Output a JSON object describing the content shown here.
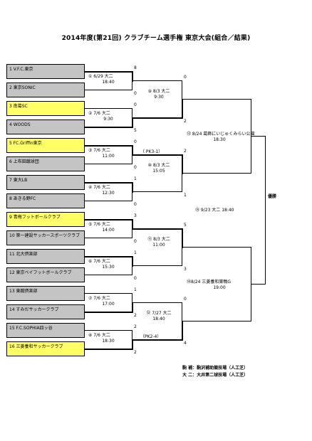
{
  "title": "2014年度(第21回) クラブチーム選手権 東京大会(組合／結果)",
  "teams": [
    {
      "label": "1 V.F.C.東京",
      "highlight": false
    },
    {
      "label": "2 東京SONIC",
      "highlight": false
    },
    {
      "label": "3 南葛SC",
      "highlight": true
    },
    {
      "label": "4 WOODS",
      "highlight": false
    },
    {
      "label": "5 FC.Griffin東京",
      "highlight": true
    },
    {
      "label": "6 上布田蹴球団",
      "highlight": false
    },
    {
      "label": "7 東大LB",
      "highlight": false
    },
    {
      "label": "8 あきる野FC",
      "highlight": false
    },
    {
      "label": "9 青梅フットボールクラブ",
      "highlight": true
    },
    {
      "label": "10 第一建設サッカースポーツクラブ",
      "highlight": false
    },
    {
      "label": "11 北大倶楽部",
      "highlight": false
    },
    {
      "label": "12 東京ベイフットボールクラブ",
      "highlight": false
    },
    {
      "label": "13 東蹴倶楽部",
      "highlight": false
    },
    {
      "label": "14 すみだサッカークラブ",
      "highlight": false
    },
    {
      "label": "15 F.C.SOPHIA四ッ谷",
      "highlight": false
    },
    {
      "label": "16 三菱養和サッカークラブ",
      "highlight": true
    }
  ],
  "round1": [
    {
      "match": "①  6/29  大二",
      "time": "18:40",
      "score_top": "8",
      "score_bottom": "0",
      "pk": ""
    },
    {
      "match": "②  7/6  大二",
      "time": "9:30",
      "score_top": "0",
      "score_bottom": "5",
      "pk": ""
    },
    {
      "match": "③  7/6  大二",
      "time": "11:00",
      "score_top": "0",
      "score_bottom": "0",
      "pk": "（ PK3-1）"
    },
    {
      "match": "④  7/6  大二",
      "time": "12:30",
      "score_top": "1",
      "score_bottom": "0",
      "pk": ""
    },
    {
      "match": "⑤  7/6  大二",
      "time": "14:00",
      "score_top": "3",
      "score_bottom": "0",
      "pk": ""
    },
    {
      "match": "⑥  7/6  大二",
      "time": "15:30",
      "score_top": "1",
      "score_bottom": "0",
      "pk": ""
    },
    {
      "match": "⑦  7/6  大二",
      "time": "17:00",
      "score_top": "1",
      "score_bottom": "2",
      "pk": ""
    },
    {
      "match": "⑧  7/6  大二",
      "time": "18:30",
      "score_top": "2",
      "score_bottom": "2",
      "pk": "（PK2-4）"
    }
  ],
  "round2": [
    {
      "match": "⑨  8/3  大二",
      "time": "9:30",
      "score_top": "0",
      "score_bottom": "2"
    },
    {
      "match": "⑩  8/3  大二",
      "time": "15:05",
      "score_top": "2",
      "score_bottom": "1"
    },
    {
      "match": "⑪  8/3  大二",
      "time": "11:00",
      "score_top": "5",
      "score_bottom": "3"
    },
    {
      "match": "⑫  7/27  大二",
      "time": "18:40",
      "score_top": "0",
      "score_bottom": "4"
    }
  ],
  "semis": [
    {
      "match": "⑬ 8/24  葛飾にいじゅくみらい公園",
      "time": "18:30"
    },
    {
      "match": "⑭8/24  三菱養和巣鴨G",
      "time": "19:00"
    }
  ],
  "final": {
    "match": "⑮  9/23  大二  18:40",
    "winner_label": "優勝"
  },
  "venues": [
    "駒  補：駒沢補助競技場（人工芝）",
    "大  二：大井第二球技場（人工芝）"
  ]
}
